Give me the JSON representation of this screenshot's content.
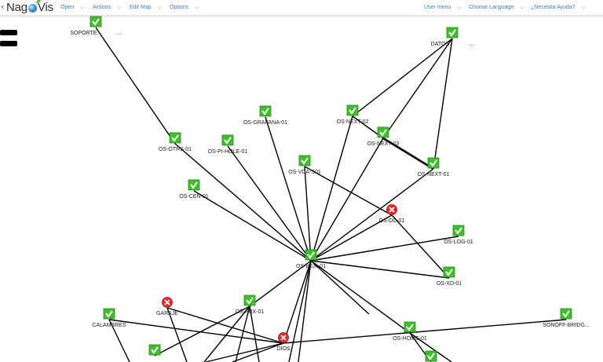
{
  "header": {
    "back_icon": "chevron-left-icon",
    "logo_text_left": "Nag",
    "logo_text_right": "Vis",
    "menus_left": [
      "Open",
      "Actions",
      "Edit Map",
      "Options"
    ],
    "menus_right": [
      "User menu",
      "Choose Language",
      "¿Necesita Ayuda?"
    ],
    "menu_color": "#3b7fc4"
  },
  "map": {
    "nodes": [
      {
        "id": "soporte",
        "label": "SOPORTE.",
        "label_suffix": "...",
        "status": "ok",
        "redacted": true
      },
      {
        "id": "datos",
        "label": "DATOS.",
        "label_suffix": "...",
        "status": "ok",
        "redacted": true
      },
      {
        "id": "grafana",
        "label": "OS-GRAFANA-01",
        "status": "ok"
      },
      {
        "id": "next02",
        "label": "OS-NEXT-02",
        "status": "ok"
      },
      {
        "id": "next03",
        "label": "OS-NEXT-03",
        "status": "ok"
      },
      {
        "id": "next01",
        "label": "OS-NEXT-01",
        "status": "ok"
      },
      {
        "id": "otrs",
        "label": "OS-OTRS-01",
        "status": "ok"
      },
      {
        "id": "pihole",
        "label": "OS-PI-HOLE-01",
        "status": "ok"
      },
      {
        "id": "vda",
        "label": "OS-VDA-S01",
        "status": "ok"
      },
      {
        "id": "cen",
        "label": "OS-CEN-01",
        "status": "ok"
      },
      {
        "id": "dc",
        "label": "OS-DC-01",
        "status": "error"
      },
      {
        "id": "log",
        "label": "OS-LOG-01",
        "status": "ok"
      },
      {
        "id": "esxi",
        "label": "OS-ESXi-01",
        "status": "ok"
      },
      {
        "id": "xd",
        "label": "OS-XD-01",
        "status": "ok"
      },
      {
        "id": "garaje",
        "label": "GARAJE",
        "status": "error"
      },
      {
        "id": "pbx",
        "label": "OS-PBX-01",
        "status": "ok"
      },
      {
        "id": "calambres",
        "label": "CALAMBRES",
        "status": "ok"
      },
      {
        "id": "dios",
        "label": "DIOS",
        "status": "error"
      },
      {
        "id": "home",
        "label": "OS-HOME-01",
        "status": "ok"
      },
      {
        "id": "sonoff",
        "label": "SONOFF-BRIDG...",
        "status": "ok"
      },
      {
        "id": "b1",
        "label": "",
        "status": "ok"
      },
      {
        "id": "b2",
        "label": "",
        "status": "ok"
      }
    ],
    "status_colors": {
      "ok": "#3fbf2a",
      "error": "#e02b2b"
    }
  }
}
